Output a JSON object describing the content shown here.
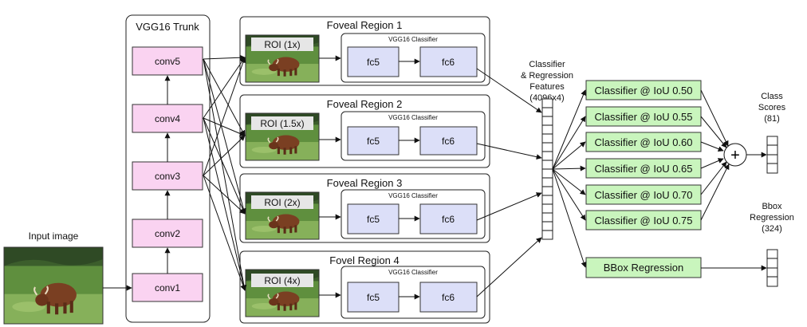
{
  "input": {
    "label": "Input image"
  },
  "trunk": {
    "title": "VGG16 Trunk",
    "layers": [
      "conv1",
      "conv2",
      "conv3",
      "conv4",
      "conv5"
    ]
  },
  "regions": [
    {
      "title": "Foveal Region 1",
      "roi": "ROI (1x)"
    },
    {
      "title": "Foveal Region 2",
      "roi": "ROI (1.5x)"
    },
    {
      "title": "Foveal Region 3",
      "roi": "ROI (2x)"
    },
    {
      "title": "Fovel Region 4",
      "roi": "ROI (4x)"
    }
  ],
  "classifier_block": {
    "title": "VGG16 Classifier",
    "fc_a": "fc5",
    "fc_b": "fc6"
  },
  "features": {
    "line1": "Classifier",
    "line2": "& Regression",
    "line3": "Features",
    "line4": "(4096x4)"
  },
  "classifiers": [
    "Classifier @ IoU 0.50",
    "Classifier @ IoU 0.55",
    "Classifier @ IoU 0.60",
    "Classifier @ IoU 0.65",
    "Classifier @ IoU 0.70",
    "Classifier @ IoU 0.75"
  ],
  "bbox_head": "BBox Regression",
  "sum_symbol": "+",
  "class_scores": {
    "line1": "Class",
    "line2": "Scores",
    "line3": "(81)"
  },
  "bbox_output": {
    "line1": "Bbox",
    "line2": "Regression",
    "line3": "(324)"
  }
}
